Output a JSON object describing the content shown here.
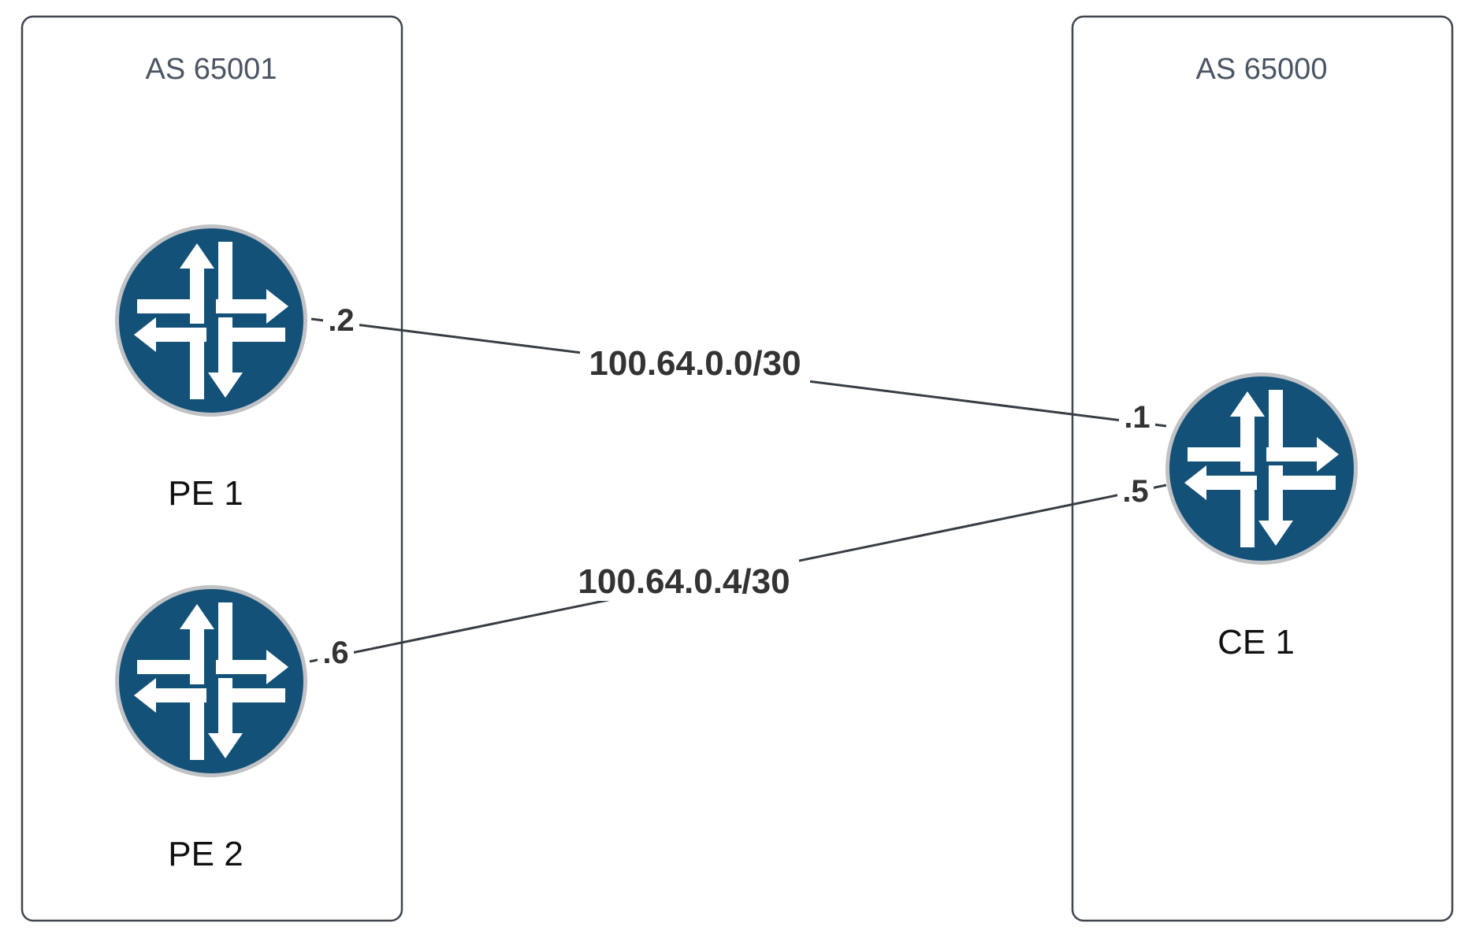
{
  "colors": {
    "router_fill": "#135178",
    "router_ring": "#c0c2c5",
    "router_arrows": "#ffffff",
    "link": "#373d45",
    "box_border": "#3f4650",
    "label_bg": "#ffffff"
  },
  "autonomous_systems": [
    {
      "title": "AS 65001"
    },
    {
      "title": "AS 65000"
    }
  ],
  "routers": [
    {
      "label": "PE 1",
      "icon": "router-icon"
    },
    {
      "label": "PE 2",
      "icon": "router-icon"
    },
    {
      "label": "CE 1",
      "icon": "router-icon"
    }
  ],
  "links": [
    {
      "subnet": "100.64.0.0/30",
      "a_end": ".2",
      "b_end": ".1"
    },
    {
      "subnet": "100.64.0.4/30",
      "a_end": ".6",
      "b_end": ".5"
    }
  ]
}
